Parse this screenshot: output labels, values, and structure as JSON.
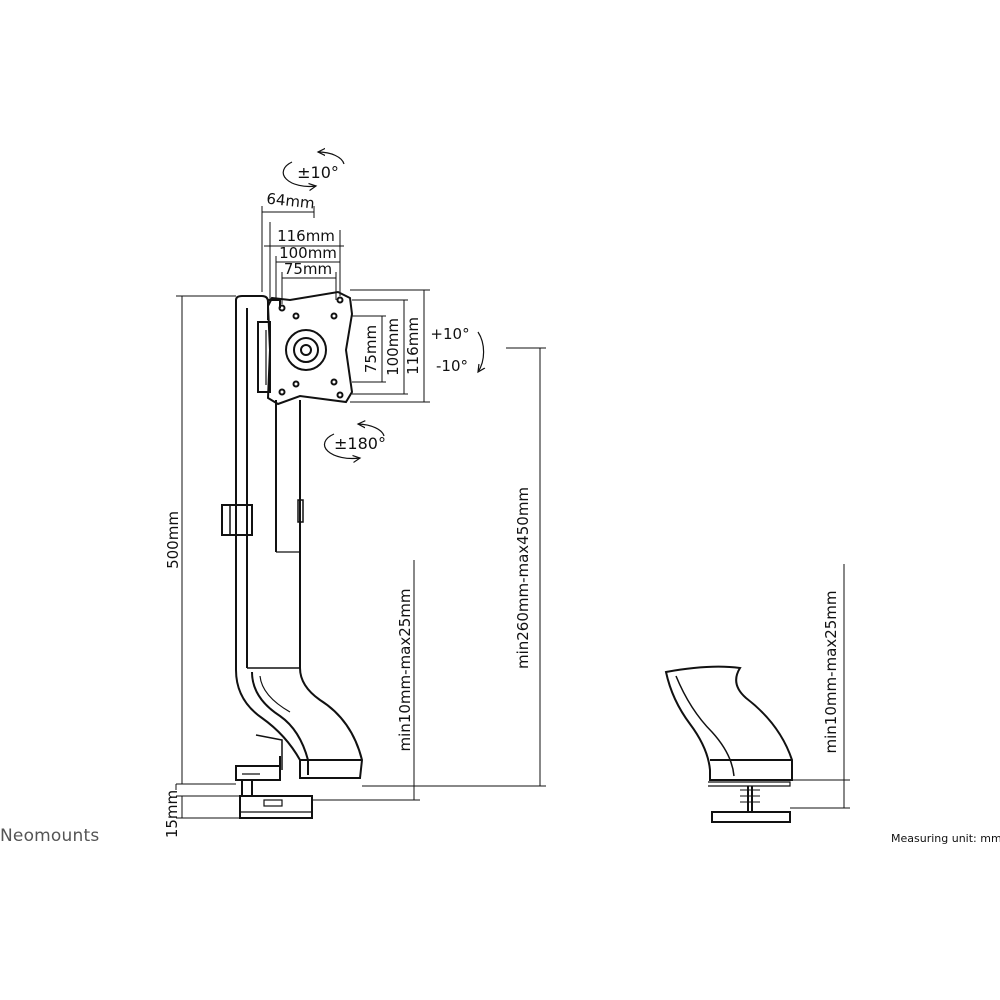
{
  "brand": "Neomounts",
  "measuring_unit": "Measuring unit: mm",
  "rotation": {
    "swivel": "±10°",
    "rotate": "±180°",
    "tilt_up": "+10°",
    "tilt_down": "-10°"
  },
  "dimensions": {
    "plate_depth": "64mm",
    "vesa_width_116": "116mm",
    "vesa_width_100": "100mm",
    "vesa_width_75": "75mm",
    "vesa_height_75": "75mm",
    "vesa_height_100": "100mm",
    "vesa_height_116": "116mm",
    "pole_height": "500mm",
    "desk_thickness_clamp": "min10mm-max25mm",
    "height_adjust": "min260mm-max450mm",
    "desk_thickness_detail": "min10mm-max25mm",
    "clamp_offset": "15mm"
  },
  "colors": {
    "line": "#111111",
    "background": "#ffffff",
    "brand": "#555555"
  }
}
